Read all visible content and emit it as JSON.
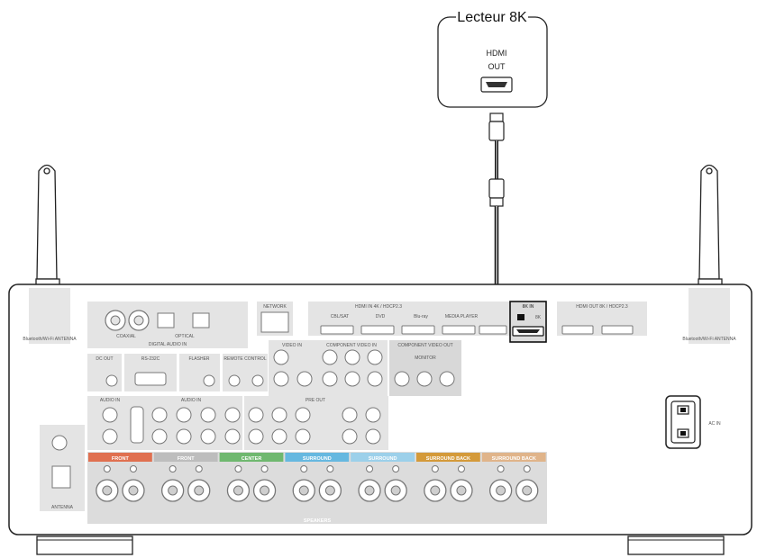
{
  "device": {
    "title": "Lecteur 8K",
    "port_line1": "HDMI",
    "port_line2": "OUT"
  },
  "receiver": {
    "antenna_label": "Bluetooth/Wi-Fi ANTENNA",
    "network": "NETWORK",
    "hdmi_in": "HDMI IN 4K / HDCP2.3",
    "hdmi_in_inputs": [
      "CBL/SAT",
      "DVD",
      "Blu-ray",
      "MEDIA PLAYER"
    ],
    "eight_k_in": "8K IN",
    "eight_k_port": "8K",
    "hdmi_out": "HDMI OUT 8K / HDCP2.3",
    "digital_audio_in": "DIGITAL AUDIO IN",
    "coaxial": "COAXIAL",
    "optical": "OPTICAL",
    "dc_out": "DC OUT",
    "rs232c": "RS-232C",
    "ir_flasher": "FLASHER",
    "remote_control": "REMOTE CONTROL",
    "video_in": "VIDEO IN",
    "component_video_in": "COMPONENT VIDEO IN",
    "component_video_out": "COMPONENT VIDEO OUT",
    "monitor": "MONITOR",
    "audio_in": "AUDIO IN",
    "pre_out": "PRE OUT",
    "antenna": "ANTENNA",
    "ac_in": "AC IN",
    "speakers": "SPEAKERS",
    "speaker_groups": [
      "FRONT",
      "FRONT",
      "CENTER",
      "SURROUND",
      "SURROUND",
      "SURROUND BACK",
      "SURROUND BACK"
    ],
    "speaker_colors": [
      "#e07050",
      "#bdbdbd",
      "#6fb86f",
      "#66b8e0",
      "#9cd0ea",
      "#d49a3a",
      "#e0b48a"
    ]
  }
}
